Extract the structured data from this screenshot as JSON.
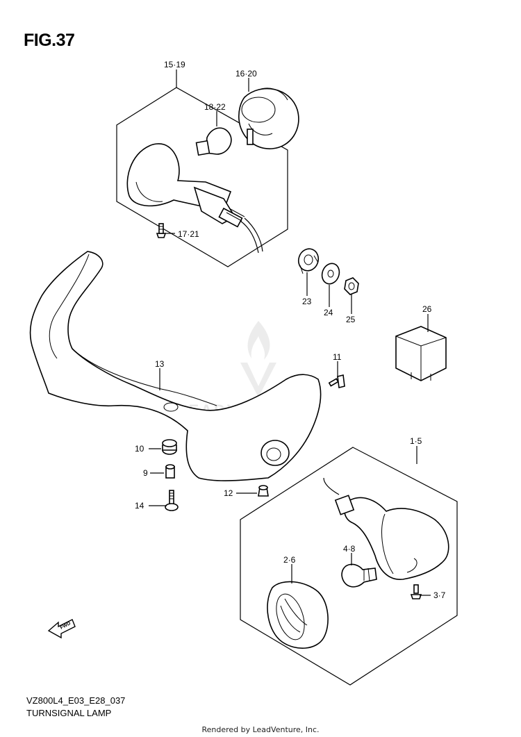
{
  "figure": {
    "title": "FIG.37",
    "code": "VZ800L4_E03_E28_037",
    "name": "TURNSIGNAL LAMP",
    "credit": "Rendered by LeadVenture, Inc.",
    "watermark": "LEADVENTURE",
    "fwd_label": "FWD"
  },
  "callouts": {
    "c15_19": "15·19",
    "c16_20": "16·20",
    "c18_22": "18·22",
    "c17_21": "17·21",
    "c23": "23",
    "c24": "24",
    "c25": "25",
    "c26": "26",
    "c13": "13",
    "c11": "11",
    "c10": "10",
    "c9": "9",
    "c14": "14",
    "c12": "12",
    "c1_5": "1·5",
    "c2_6": "2·6",
    "c4_8": "4·8",
    "c3_7": "3·7"
  },
  "icons": {
    "fwd_arrow": "fwd-arrow-icon",
    "watermark_logo": "leadventure-flame-logo"
  }
}
